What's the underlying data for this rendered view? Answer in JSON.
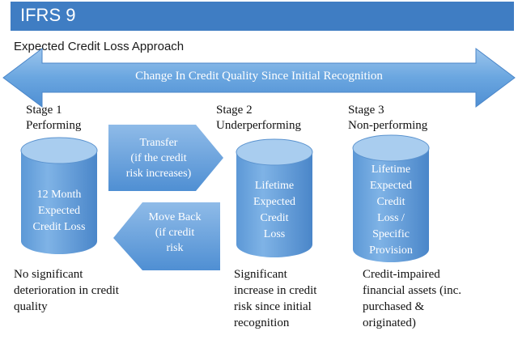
{
  "header": {
    "title": "IFRS 9"
  },
  "subtitle": "Expected Credit Loss Approach",
  "band": {
    "label": "Change In Credit Quality Since Initial Recognition"
  },
  "stages": [
    {
      "heading": [
        "Stage 1",
        "Performing"
      ],
      "cylinder": [
        "12 Month",
        "Expected",
        "Credit Loss"
      ],
      "caption": [
        "No significant",
        "deterioration in credit",
        "quality"
      ]
    },
    {
      "heading": [
        "Stage 2",
        "Underperforming"
      ],
      "cylinder": [
        "Lifetime",
        "Expected",
        "Credit",
        "Loss"
      ],
      "caption": [
        "Significant",
        "increase in credit",
        "risk since initial",
        "recognition"
      ]
    },
    {
      "heading": [
        "Stage 3",
        "Non-performing"
      ],
      "cylinder": [
        "Lifetime",
        "Expected",
        "Credit",
        "Loss /",
        "Specific",
        "Provision"
      ],
      "caption": [
        "Credit-impaired",
        "financial assets (inc.",
        "purchased &",
        "originated)"
      ]
    }
  ],
  "arrows": {
    "transfer": [
      "Transfer",
      "(if the credit",
      "risk increases)"
    ],
    "move_back": [
      "Move Back",
      "(if credit",
      "risk"
    ]
  },
  "colors": {
    "title_bar": "#3f7dc3",
    "shape_fill": "#5b9bdb",
    "shape_light": "#a9cdef"
  }
}
